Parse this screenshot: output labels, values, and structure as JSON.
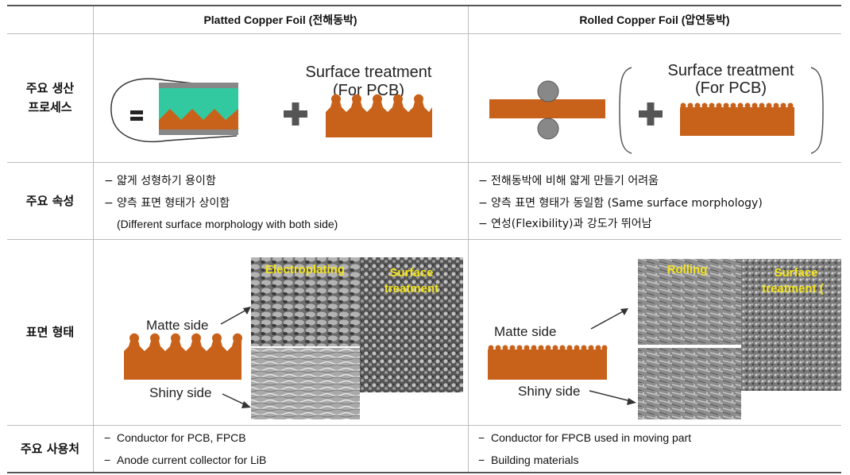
{
  "table": {
    "headers": {
      "platted": "Platted Copper Foil (전해동박)",
      "rolled": "Rolled Copper Foil (압연동박)"
    },
    "rows": {
      "process": "주요 생산\n프로세스",
      "properties": "주요 속성",
      "surface": "표면 형태",
      "usage": "주요 사용처"
    },
    "process": {
      "surface_treatment_line1": "Surface treatment",
      "surface_treatment_line2": "(For PCB)",
      "minus_symbol": "="
    },
    "properties": {
      "platted": [
        "얇게 성형하기 용이함",
        "양측 표면 형태가 상이함",
        "(Different surface morphology with both side)"
      ],
      "rolled": [
        "전해동박에 비해 얇게 만들기 어려움",
        "양측 표면 형태가 동일함 (Same surface morphology)",
        "연성(Flexibility)과 강도가 뛰어남"
      ]
    },
    "surface": {
      "matte_side": "Matte side",
      "shiny_side": "Shiny side",
      "electroplating": "Electroplating",
      "surface_treatment_l1": "Surface",
      "surface_treatment_l2": "treatment",
      "rolling": "Rolling",
      "rolled_surface_treatment_l1": "Surface",
      "rolled_surface_treatment_l2": "treatment ("
    },
    "usage": {
      "platted": [
        "Conductor for PCB, FPCB",
        "Anode current collector for LiB"
      ],
      "rolled": [
        "Conductor for FPCB used in moving part",
        "Building materials"
      ]
    },
    "bullet": "−"
  },
  "colors": {
    "copper": "#c8611a",
    "electrolyte": "#33c9a0",
    "gray_plate": "#888888",
    "label_yellow": "#f4e41f"
  }
}
